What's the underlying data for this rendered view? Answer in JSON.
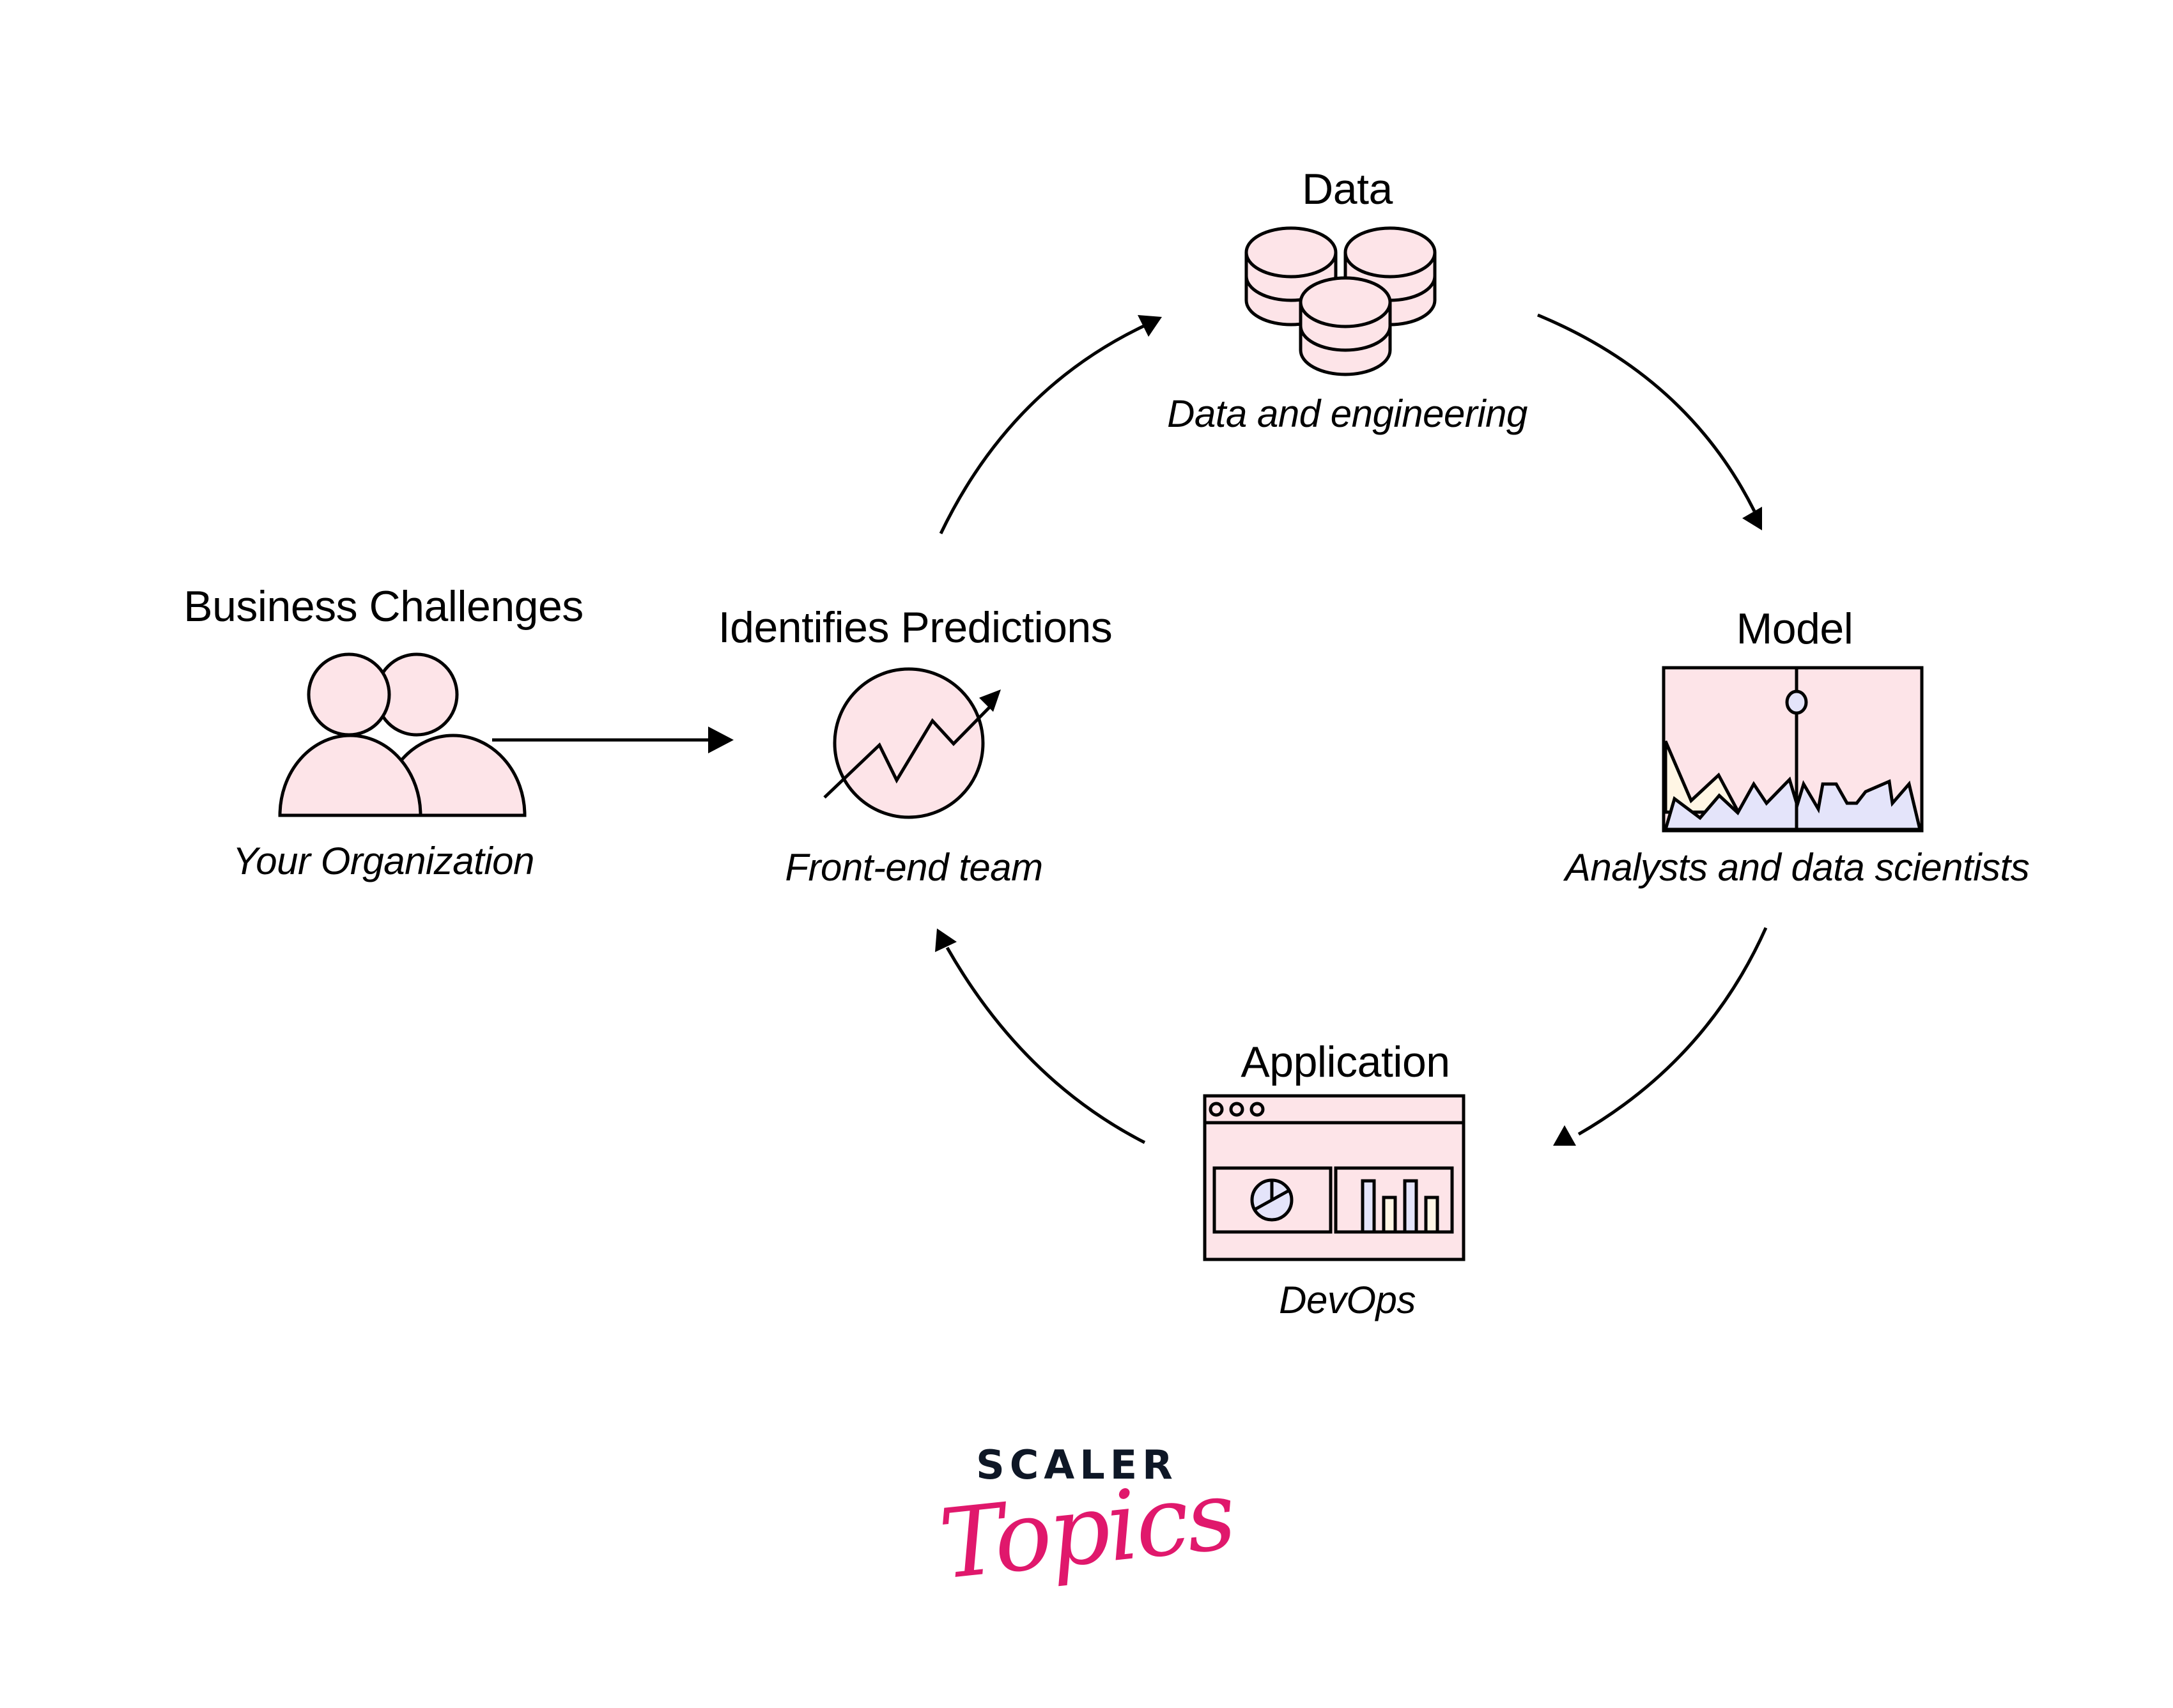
{
  "diagram": {
    "nodes": [
      {
        "id": "business",
        "title": "Business Challenges",
        "subtitle": "Your Organization",
        "icon": "people-icon"
      },
      {
        "id": "predictions",
        "title": "Identifies Predictions",
        "subtitle": "Front-end team",
        "icon": "trend-chart-icon"
      },
      {
        "id": "data",
        "title": "Data",
        "subtitle": "Data and engineering",
        "icon": "database-icon"
      },
      {
        "id": "model",
        "title": "Model",
        "subtitle": "Analysts and data scientists",
        "icon": "model-chart-icon"
      },
      {
        "id": "application",
        "title": "Application",
        "subtitle": "DevOps",
        "icon": "app-window-icon"
      }
    ],
    "edges": [
      {
        "from": "business",
        "to": "predictions",
        "style": "straight"
      },
      {
        "from": "predictions",
        "to": "data",
        "style": "curved"
      },
      {
        "from": "data",
        "to": "model",
        "style": "curved"
      },
      {
        "from": "model",
        "to": "application",
        "style": "curved"
      },
      {
        "from": "application",
        "to": "predictions",
        "style": "curved"
      }
    ]
  },
  "colors": {
    "icon_fill": "#fde4e8",
    "icon_accent_blue": "#e4e4fa",
    "icon_accent_cream": "#fff6e4",
    "stroke": "#000000",
    "brand_dark": "#0e1726",
    "brand_pink": "#e0186c"
  },
  "brand": {
    "name_top": "SCALER",
    "name_bottom": "Topics"
  }
}
